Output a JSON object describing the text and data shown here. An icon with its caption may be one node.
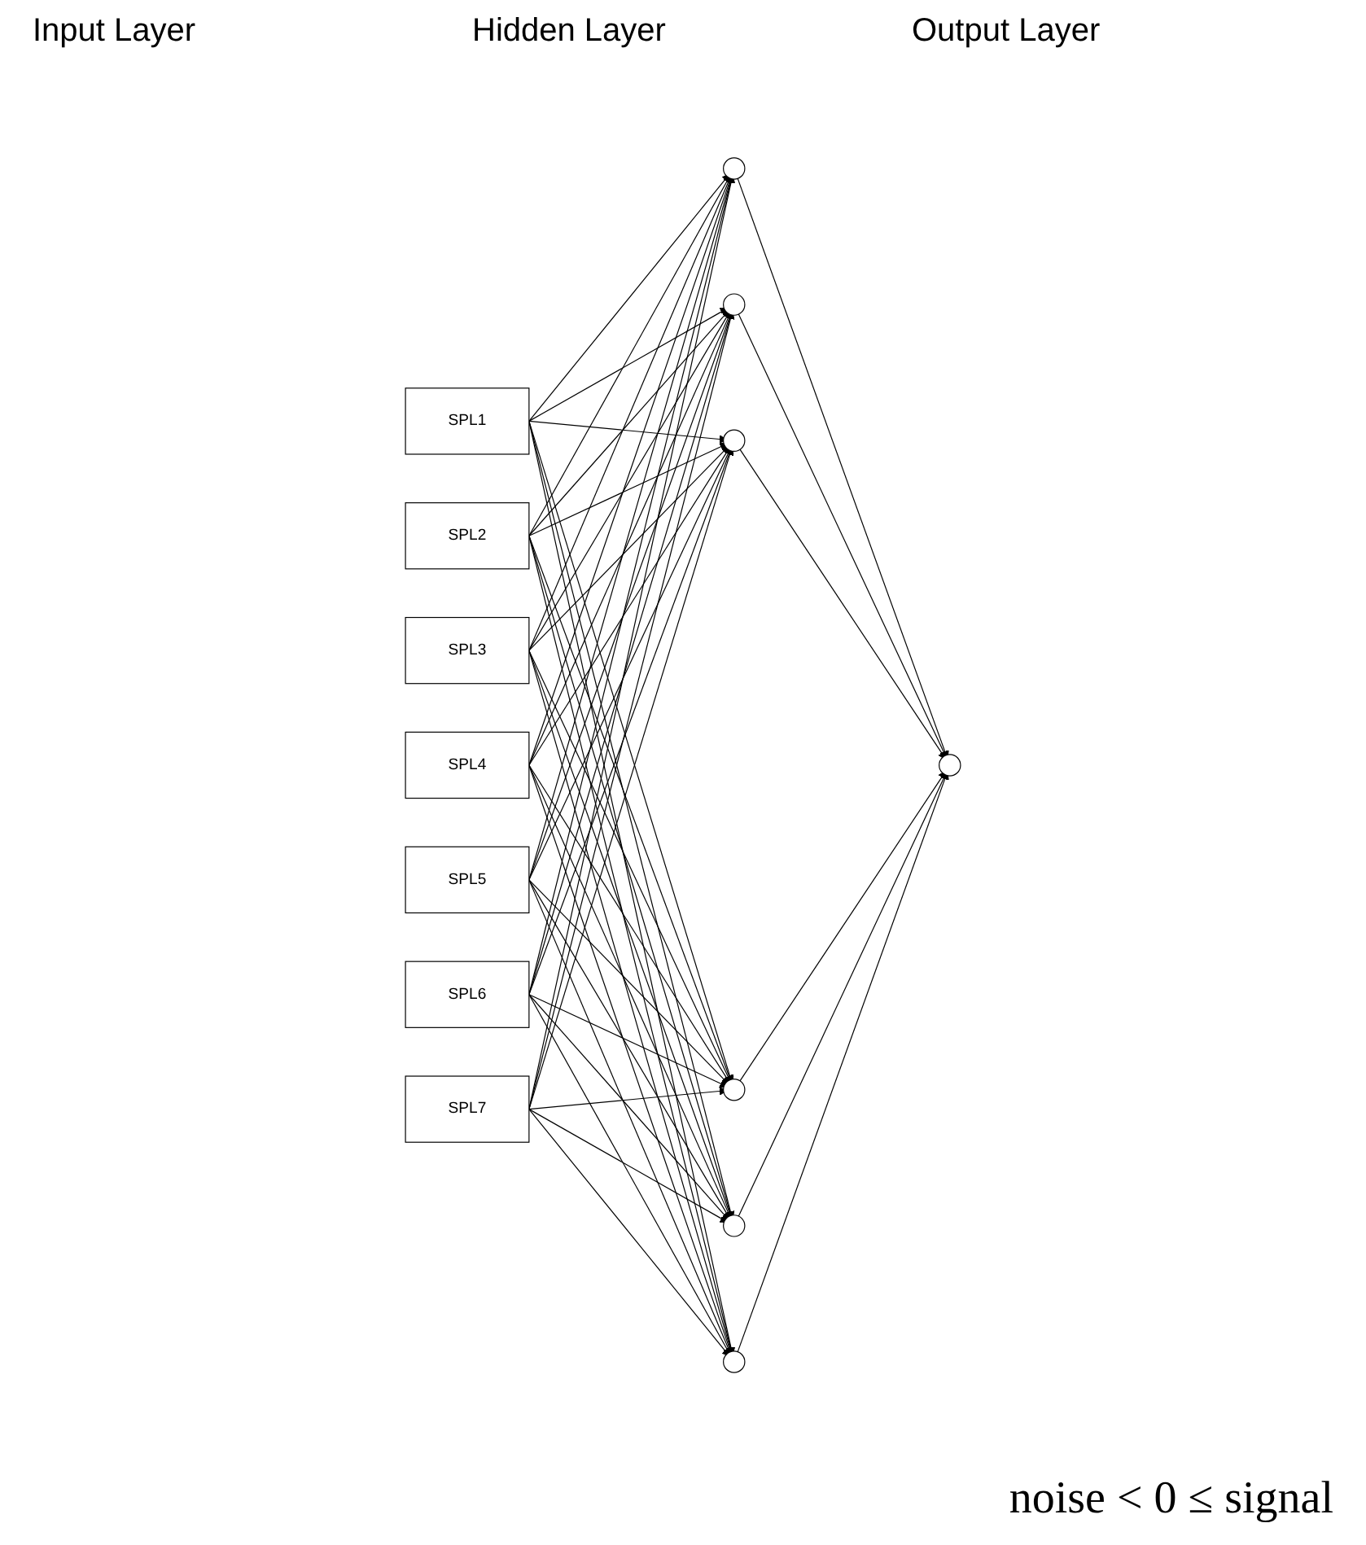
{
  "diagram": {
    "nodes": [
      {
        "text": [
          "SPL1"
        ]
      },
      {
        "text": [
          "SPL2"
        ]
      },
      {
        "text": [
          "SPL3"
        ]
      },
      {
        "text": [
          "SPL4"
        ]
      },
      {
        "text": [
          "SPL5"
        ]
      },
      {
        "text": [
          "SPL6"
        ]
      },
      {
        "text": [
          "SPL7"
        ]
      },
      {
        "text": [],
        "shape": "circle"
      },
      {
        "text": [],
        "shape": "circle"
      },
      {
        "text": [],
        "shape": "circle"
      },
      {
        "text": [],
        "shape": "circle"
      },
      {
        "text": [],
        "shape": "circle"
      },
      {
        "text": [],
        "shape": "circle"
      },
      {
        "text": [],
        "shape": "circle"
      }
    ],
    "edges": [
      {
        "from": 0,
        "to": 7,
        "arrow": "to"
      },
      {
        "from": 0,
        "to": 8,
        "arrow": "to"
      },
      {
        "from": 0,
        "to": 9,
        "arrow": "to"
      },
      {
        "from": 0,
        "to": 10,
        "arrow": "to"
      },
      {
        "from": 0,
        "to": 11,
        "arrow": "to"
      },
      {
        "from": 0,
        "to": 12,
        "arrow": "to"
      },
      {
        "from": 1,
        "to": 7,
        "arrow": "to"
      },
      {
        "from": 1,
        "to": 8,
        "arrow": "to"
      },
      {
        "from": 1,
        "to": 9,
        "arrow": "to"
      },
      {
        "from": 1,
        "to": 10,
        "arrow": "to"
      },
      {
        "from": 1,
        "to": 11,
        "arrow": "to"
      },
      {
        "from": 1,
        "to": 12,
        "arrow": "to"
      },
      {
        "from": 2,
        "to": 7,
        "arrow": "to"
      },
      {
        "from": 2,
        "to": 8,
        "arrow": "to"
      },
      {
        "from": 2,
        "to": 9,
        "arrow": "to"
      },
      {
        "from": 2,
        "to": 10,
        "arrow": "to"
      },
      {
        "from": 2,
        "to": 11,
        "arrow": "to"
      },
      {
        "from": 2,
        "to": 12,
        "arrow": "to"
      },
      {
        "from": 3,
        "to": 7,
        "arrow": "to"
      },
      {
        "from": 3,
        "to": 8,
        "arrow": "to"
      },
      {
        "from": 3,
        "to": 9,
        "arrow": "to"
      },
      {
        "from": 3,
        "to": 10,
        "arrow": "to"
      },
      {
        "from": 3,
        "to": 11,
        "arrow": "to"
      },
      {
        "from": 3,
        "to": 12,
        "arrow": "to"
      },
      {
        "from": 4,
        "to": 7,
        "arrow": "to"
      },
      {
        "from": 4,
        "to": 8,
        "arrow": "to"
      },
      {
        "from": 4,
        "to": 9,
        "arrow": "to"
      },
      {
        "from": 4,
        "to": 10,
        "arrow": "to"
      },
      {
        "from": 4,
        "to": 11,
        "arrow": "to"
      },
      {
        "from": 4,
        "to": 12,
        "arrow": "to"
      },
      {
        "from": 5,
        "to": 7,
        "arrow": "to"
      },
      {
        "from": 5,
        "to": 8,
        "arrow": "to"
      },
      {
        "from": 5,
        "to": 9,
        "arrow": "to"
      },
      {
        "from": 5,
        "to": 10,
        "arrow": "to"
      },
      {
        "from": 5,
        "to": 11,
        "arrow": "to"
      },
      {
        "from": 5,
        "to": 12,
        "arrow": "to"
      },
      {
        "from": 6,
        "to": 7,
        "arrow": "to"
      },
      {
        "from": 6,
        "to": 8,
        "arrow": "to"
      },
      {
        "from": 6,
        "to": 9,
        "arrow": "to"
      },
      {
        "from": 6,
        "to": 10,
        "arrow": "to"
      },
      {
        "from": 6,
        "to": 11,
        "arrow": "to"
      },
      {
        "from": 6,
        "to": 12,
        "arrow": "to"
      },
      {
        "from": 7,
        "to": 13,
        "arrow": "to"
      },
      {
        "from": 8,
        "to": 13,
        "arrow": "to"
      },
      {
        "from": 9,
        "to": 13,
        "arrow": "to"
      },
      {
        "from": 10,
        "to": 13,
        "arrow": "to"
      },
      {
        "from": 11,
        "to": 13,
        "arrow": "to"
      },
      {
        "from": 12,
        "to": 13,
        "arrow": "to"
      }
    ],
    "labels": [
      "Input Layer",
      "Hidden Layer",
      "Output Layer",
      "noise < 0 ≤ signal"
    ]
  }
}
